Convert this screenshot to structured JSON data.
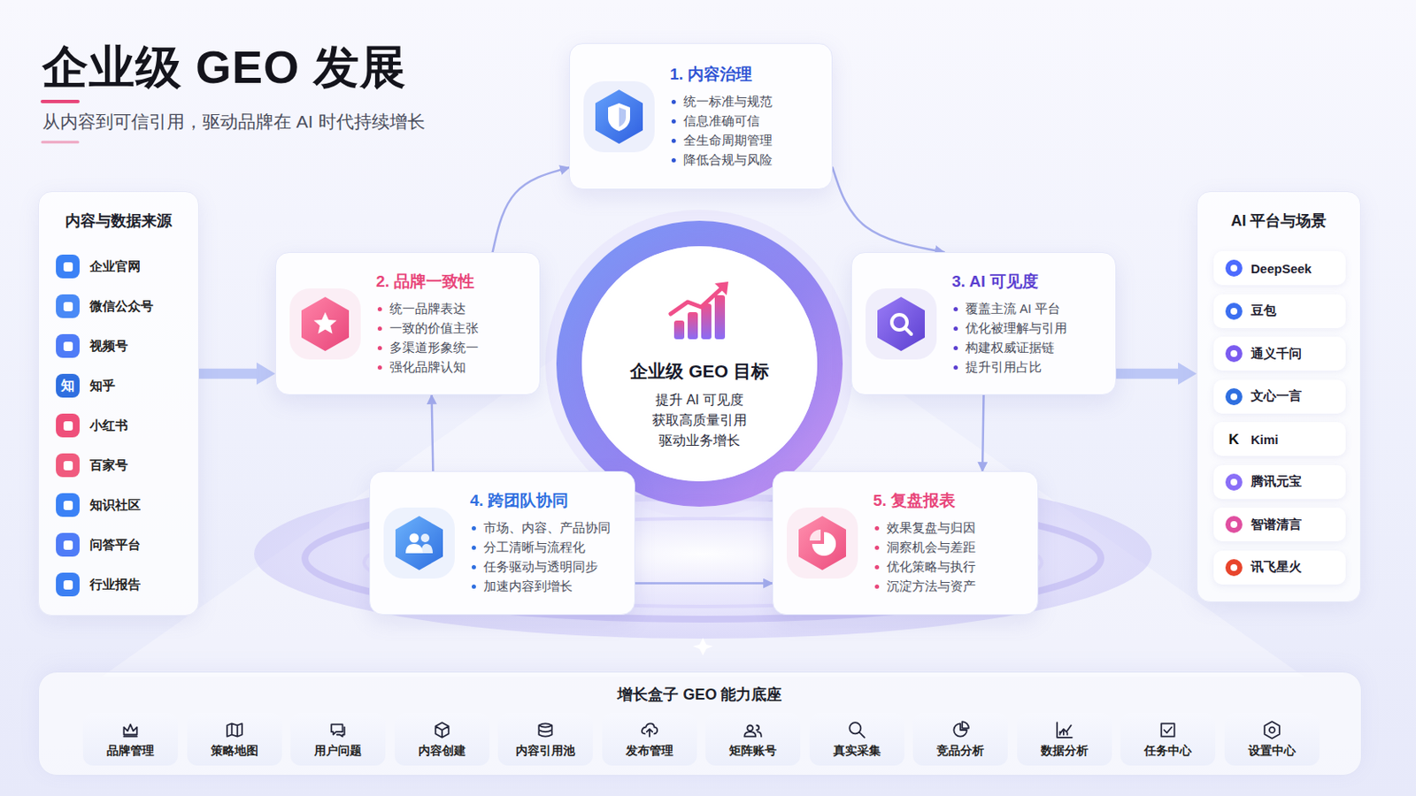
{
  "diagram": {
    "title": "企业级 GEO 发展",
    "caption": "从内容到可信引用，驱动品牌在 AI 时代持续增长",
    "nodes": [
      {
        "text": [
          "内容与数据来源"
        ]
      },
      {
        "text": [
          "企业官网"
        ],
        "in": 0
      },
      {
        "text": [
          "微信公众号"
        ],
        "in": 0
      },
      {
        "text": [
          "视频号"
        ],
        "in": 0
      },
      {
        "text": [
          "知乎"
        ],
        "in": 0
      },
      {
        "text": [
          "小红书"
        ],
        "in": 0
      },
      {
        "text": [
          "百家号"
        ],
        "in": 0
      },
      {
        "text": [
          "知识社区"
        ],
        "in": 0
      },
      {
        "text": [
          "问答平台"
        ],
        "in": 0
      },
      {
        "text": [
          "行业报告"
        ],
        "in": 0
      },
      {
        "text": [
          "1. 内容治理",
          "统一标准与规范",
          "信息准确可信",
          "全生命周期管理",
          "降低合规与风险"
        ]
      },
      {
        "text": [
          "2. 品牌一致性",
          "统一品牌表达",
          "一致的价值主张",
          "多渠道形象统一",
          "强化品牌认知"
        ]
      },
      {
        "text": [
          "企业级 GEO 目标",
          "提升 AI 可见度",
          "获取高质量引用",
          "驱动业务增长"
        ]
      },
      {
        "text": [
          "3. AI 可见度",
          "覆盖主流 AI 平台",
          "优化被理解与引用",
          "构建权威证据链",
          "提升引用占比"
        ]
      },
      {
        "text": [
          "4. 跨团队协同",
          "市场、内容、产品协同",
          "分工清晰与流程化",
          "任务驱动与透明同步",
          "加速内容到增长"
        ]
      },
      {
        "text": [
          "5. 复盘报表",
          "效果复盘与归因",
          "洞察机会与差距",
          "优化策略与执行",
          "沉淀方法与资产"
        ]
      },
      {
        "text": [
          "AI 平台与场景"
        ]
      },
      {
        "text": [
          "DeepSeek"
        ],
        "in": 16
      },
      {
        "text": [
          "豆包"
        ],
        "in": 16
      },
      {
        "text": [
          "通义千问"
        ],
        "in": 16
      },
      {
        "text": [
          "文心一言"
        ],
        "in": 16
      },
      {
        "text": [
          "Kimi"
        ],
        "in": 16
      },
      {
        "text": [
          "腾讯元宝"
        ],
        "in": 16
      },
      {
        "text": [
          "智谱清言"
        ],
        "in": 16
      },
      {
        "text": [
          "讯飞星火"
        ],
        "in": 16
      },
      {
        "text": [
          "增长盒子 GEO 能力底座"
        ]
      },
      {
        "text": [
          "品牌管理"
        ],
        "in": 25
      },
      {
        "text": [
          "策略地图"
        ],
        "in": 25
      },
      {
        "text": [
          "用户问题"
        ],
        "in": 25
      },
      {
        "text": [
          "内容创建"
        ],
        "in": 25
      },
      {
        "text": [
          "内容引用池"
        ],
        "in": 25
      },
      {
        "text": [
          "发布管理"
        ],
        "in": 25
      },
      {
        "text": [
          "矩阵账号"
        ],
        "in": 25
      },
      {
        "text": [
          "真实采集"
        ],
        "in": 25
      },
      {
        "text": [
          "竞品分析"
        ],
        "in": 25
      },
      {
        "text": [
          "数据分析"
        ],
        "in": 25
      },
      {
        "text": [
          "任务中心"
        ],
        "in": 25
      },
      {
        "text": [
          "设置中心"
        ],
        "in": 25
      }
    ],
    "edges": [
      {
        "from": 0,
        "to": 11,
        "arrow": "to"
      },
      {
        "from": 11,
        "to": 10,
        "arrow": "to"
      },
      {
        "from": 10,
        "to": 13,
        "arrow": "to"
      },
      {
        "from": 13,
        "to": 16,
        "arrow": "to"
      },
      {
        "from": 13,
        "to": 15,
        "arrow": "to"
      },
      {
        "from": 14,
        "to": 15,
        "arrow": "to"
      },
      {
        "from": 14,
        "to": 11,
        "arrow": "to"
      }
    ],
    "labels": [
      "知",
      "K"
    ]
  }
}
